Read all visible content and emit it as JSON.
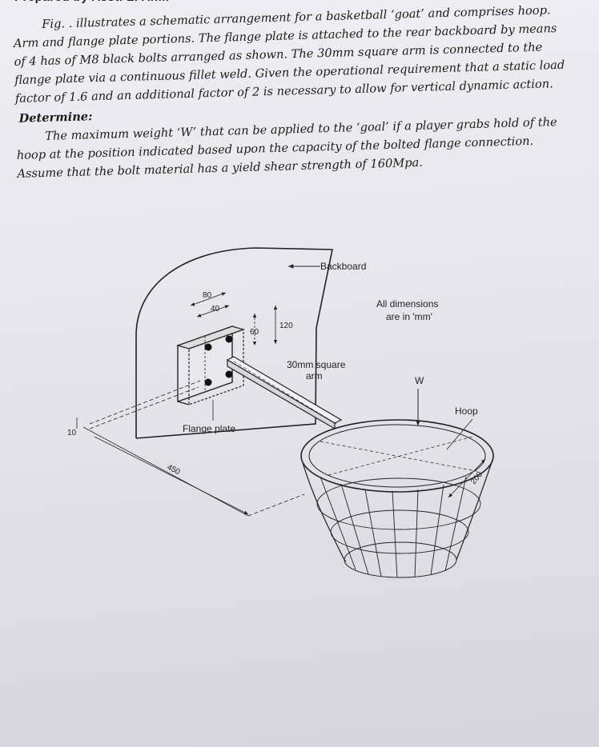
{
  "header": {
    "cut_text": "Prepared by Asst. L. Ahm"
  },
  "problem": {
    "fig_ref": "Fig. .",
    "para1_rest": " illustrates a schematic arrangement for a basketball ‘goat’ and comprises hoop. Arm and flange plate portions. The flange plate is attached to the rear backboard by means of 4 has of M8 black bolts arranged as shown. The 30mm square arm is connected to the flange plate via a continuous fillet weld. Given the operational requirement that a static load factor of 1.6 and an additional factor of 2 is necessary to allow for vertical dynamic action.",
    "determine_label": "Determine:",
    "para2": "The maximum weight ‘W’ that can be applied to the ‘goal’ if a player grabs hold of the hoop at the position indicated based upon the capacity of the bolted flange connection. Assume that the bolt material has a yield shear strength of 160Mpa."
  },
  "figure": {
    "labels": {
      "backboard": "Backboard",
      "all_dimensions_1": "All dimensions",
      "all_dimensions_2": "are in 'mm'",
      "flange_plate": "Flange plate",
      "arm_1": "30mm square",
      "arm_2": "arm",
      "hoop": "Hoop",
      "load": "W"
    },
    "dimensions": {
      "d80": "80",
      "d40": "40",
      "d60": "60",
      "d120": "120",
      "d10": "10",
      "d450": "450",
      "d200": "200"
    }
  }
}
